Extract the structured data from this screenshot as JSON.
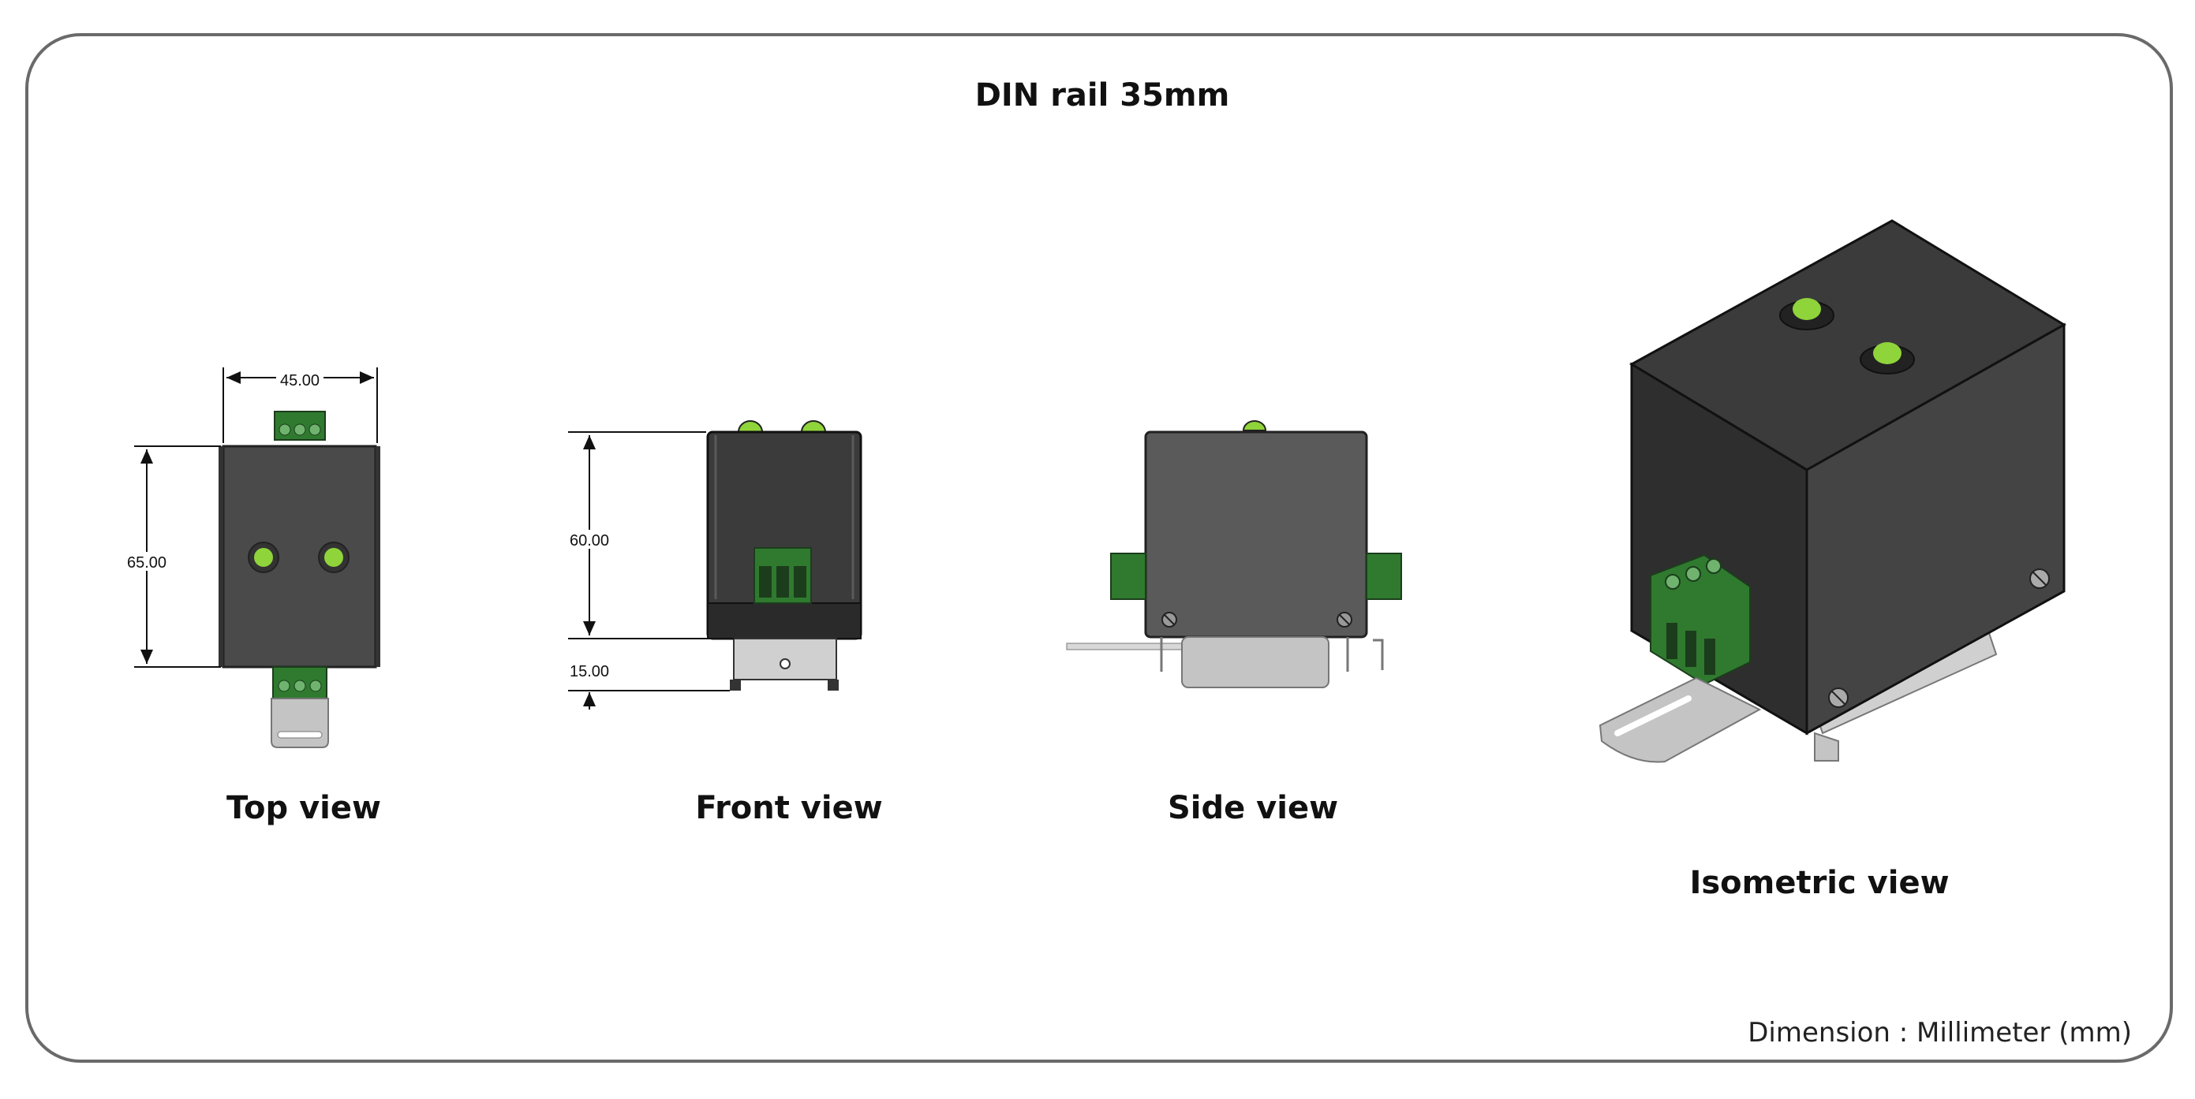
{
  "title": "DIN rail 35mm",
  "views": {
    "top": "Top view",
    "front": "Front view",
    "side": "Side view",
    "isometric": "Isometric view"
  },
  "dimensions": {
    "top_width": "45.00",
    "top_height": "65.00",
    "front_height": "60.00",
    "front_rail": "15.00"
  },
  "units_note": "Dimension : Millimeter (mm)",
  "colors": {
    "housing": "#3b3b3b",
    "housing_side": "#5a5a5a",
    "led": "#8fd43a",
    "terminal": "#2f7a2f",
    "rail": "#c4c4c4",
    "frame": "#6a6a6a"
  }
}
